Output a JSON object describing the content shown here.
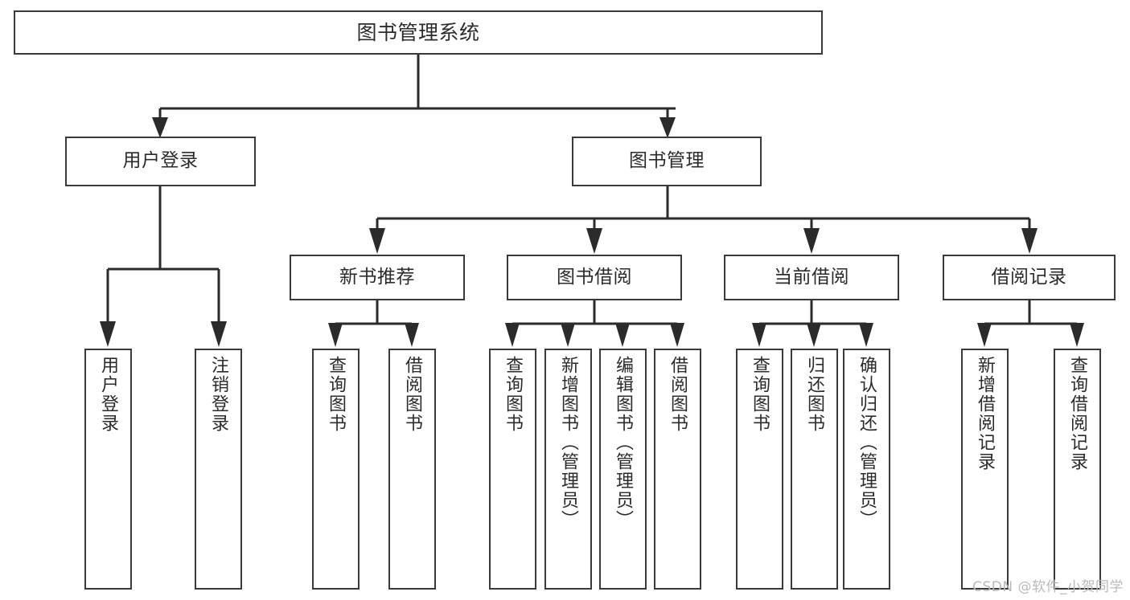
{
  "diagram": {
    "title": "图书管理系统 功能结构图",
    "type": "tree",
    "colors": {
      "box_border": "#3a3a3a",
      "box_fill": "#ffffff",
      "connector": "#2b2b2b",
      "text": "#2b2b2b",
      "watermark": "#b9b9b9",
      "background": "#ffffff"
    }
  },
  "root": {
    "label": "图书管理系统"
  },
  "level2": [
    {
      "label": "用户登录"
    },
    {
      "label": "图书管理"
    }
  ],
  "level3": [
    {
      "label": "新书推荐"
    },
    {
      "label": "图书借阅"
    },
    {
      "label": "当前借阅"
    },
    {
      "label": "借阅记录"
    }
  ],
  "leaves": {
    "user_login": [
      {
        "label": "用户登录"
      },
      {
        "label": "注销登录"
      }
    ],
    "new_book_recommend": [
      {
        "label": "查询图书"
      },
      {
        "label": "借阅图书"
      }
    ],
    "book_borrow": [
      {
        "label": "查询图书"
      },
      {
        "label": "新增图书（管理员）"
      },
      {
        "label": "编辑图书（管理员）"
      },
      {
        "label": "借阅图书"
      }
    ],
    "current_borrow": [
      {
        "label": "查询图书"
      },
      {
        "label": "归还图书"
      },
      {
        "label": "确认归还（管理员）"
      }
    ],
    "borrow_record": [
      {
        "label": "新增借阅记录"
      },
      {
        "label": "查询借阅记录"
      }
    ]
  },
  "watermark": {
    "text": "CSDN @软件_小贺同学"
  }
}
